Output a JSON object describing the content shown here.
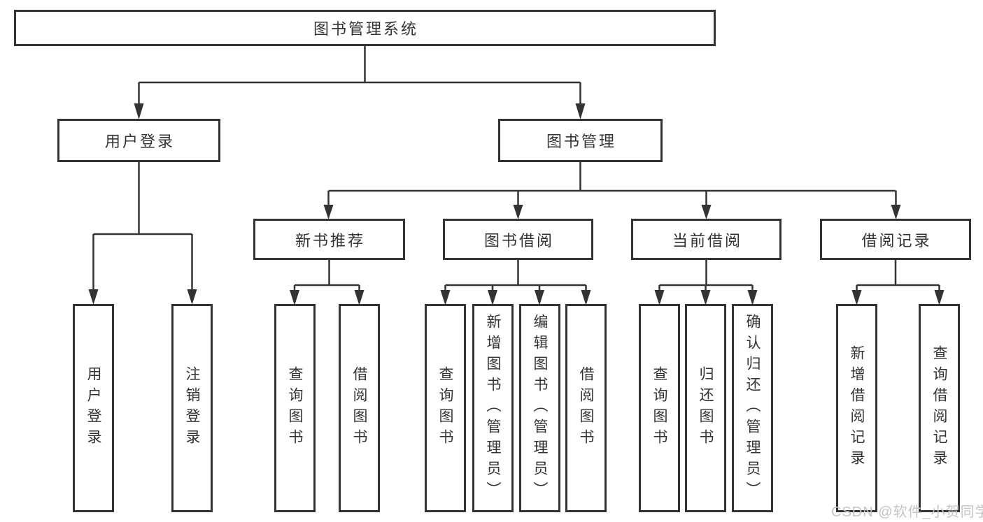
{
  "diagram_type": "hierarchy-tree",
  "tree": {
    "label": "图书管理系统",
    "children": [
      {
        "label": "用户登录",
        "children": [
          {
            "label": "用户登录"
          },
          {
            "label": "注销登录"
          }
        ]
      },
      {
        "label": "图书管理",
        "children": [
          {
            "label": "新书推荐",
            "children": [
              {
                "label": "查询图书"
              },
              {
                "label": "借阅图书"
              }
            ]
          },
          {
            "label": "图书借阅",
            "children": [
              {
                "label": "查询图书"
              },
              {
                "label": "新增图书（管理员）"
              },
              {
                "label": "编辑图书（管理员）"
              },
              {
                "label": "借阅图书"
              }
            ]
          },
          {
            "label": "当前借阅",
            "children": [
              {
                "label": "查询图书"
              },
              {
                "label": "归还图书"
              },
              {
                "label": "确认归还（管理员）"
              }
            ]
          },
          {
            "label": "借阅记录",
            "children": [
              {
                "label": "新增借阅记录"
              },
              {
                "label": "查询借阅记录"
              }
            ]
          }
        ]
      }
    ]
  },
  "watermark": "CSDN @软件_小贺同学",
  "colors": {
    "line": "#333333",
    "box_border": "#333333",
    "text": "#333333",
    "watermark": "#c5c5c5",
    "background": "#ffffff"
  }
}
